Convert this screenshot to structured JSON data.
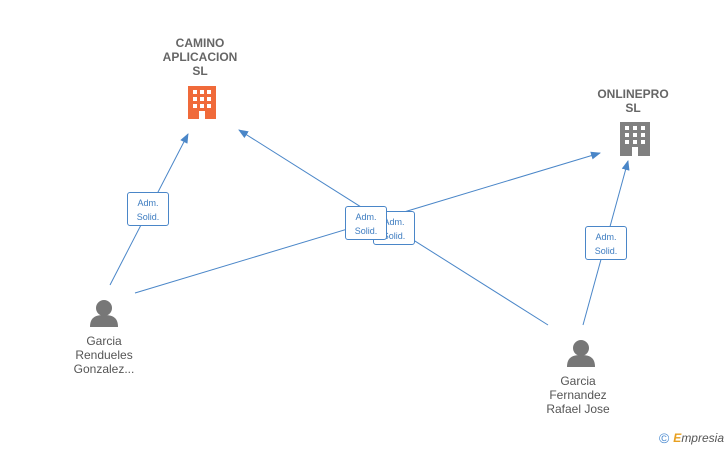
{
  "companies": [
    {
      "id": "camino",
      "label": "CAMINO\nAPLICACION\nSL",
      "color": "#f06a3a"
    },
    {
      "id": "onlinepro",
      "label": "ONLINEPRO\nSL",
      "color": "#808080"
    }
  ],
  "persons": [
    {
      "id": "garcia-rendueles",
      "label": "Garcia\nRendueles\nGonzalez..."
    },
    {
      "id": "garcia-fernandez",
      "label": "Garcia\nFernandez\nRafael Jose"
    }
  ],
  "roles": {
    "r1": "Adm.\nSolid.",
    "r2": "Adm.\nSolid.",
    "r3": "Adm.\nSolid.",
    "r4": "Adm.\nSolid."
  },
  "colors": {
    "edge": "#4a86c8",
    "person": "#777777"
  },
  "watermark": {
    "symbol": "©",
    "brand_initial": "E",
    "brand_rest": "mpresia"
  }
}
